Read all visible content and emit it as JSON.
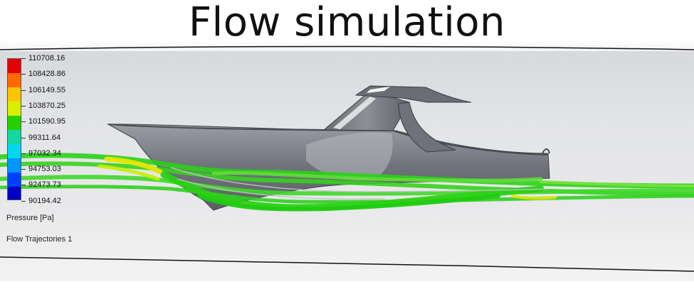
{
  "title": "Flow simulation",
  "legend": {
    "values": [
      "110708.16",
      "108428.86",
      "106149.55",
      "103870.25",
      "101590.95",
      "99311.64",
      "97032.34",
      "94753.03",
      "92473.73",
      "90194.42"
    ],
    "colors": [
      "#e50000",
      "#ff6a00",
      "#ffc400",
      "#d8f000",
      "#23d000",
      "#12d9a0",
      "#00d8f0",
      "#0096ff",
      "#0040ff",
      "#0000c8"
    ],
    "quantity": "Pressure [Pa]",
    "feature": "Flow Trajectories 1"
  },
  "colors": {
    "hull": "#7d8088",
    "trajectory_main": "#2ad11a",
    "trajectory_low": "#7fe000",
    "trajectory_high": "#e6e600"
  }
}
